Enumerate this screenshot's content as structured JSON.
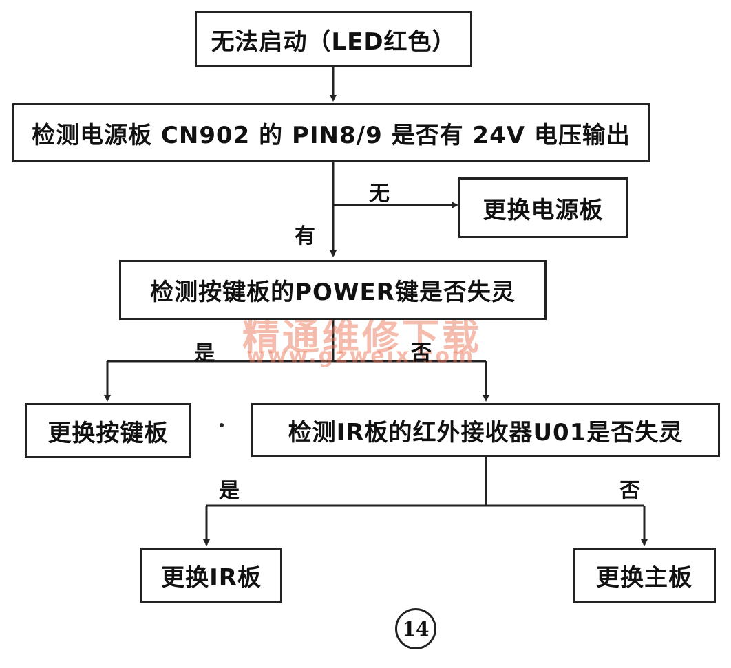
{
  "nodes": {
    "start": "无法启动（LED红色）",
    "check_power": "检测电源板 CN902 的 PIN8/9 是否有 24V 电压输出",
    "replace_power": "更换电源板",
    "check_key": "检测按键板的POWER键是否失灵",
    "replace_key": "更换按键板",
    "check_ir": "检测IR板的红外接收器U01是否失灵",
    "replace_ir": "更换IR板",
    "replace_main": "更换主板"
  },
  "labels": {
    "power_no": "无",
    "power_yes": "有",
    "key_yes": "是",
    "key_no": "否",
    "ir_yes": "是",
    "ir_no": "否"
  },
  "watermark": {
    "line1": "精通维修下载",
    "line2": "www.gzweix.com"
  },
  "figure_number": "⑭"
}
